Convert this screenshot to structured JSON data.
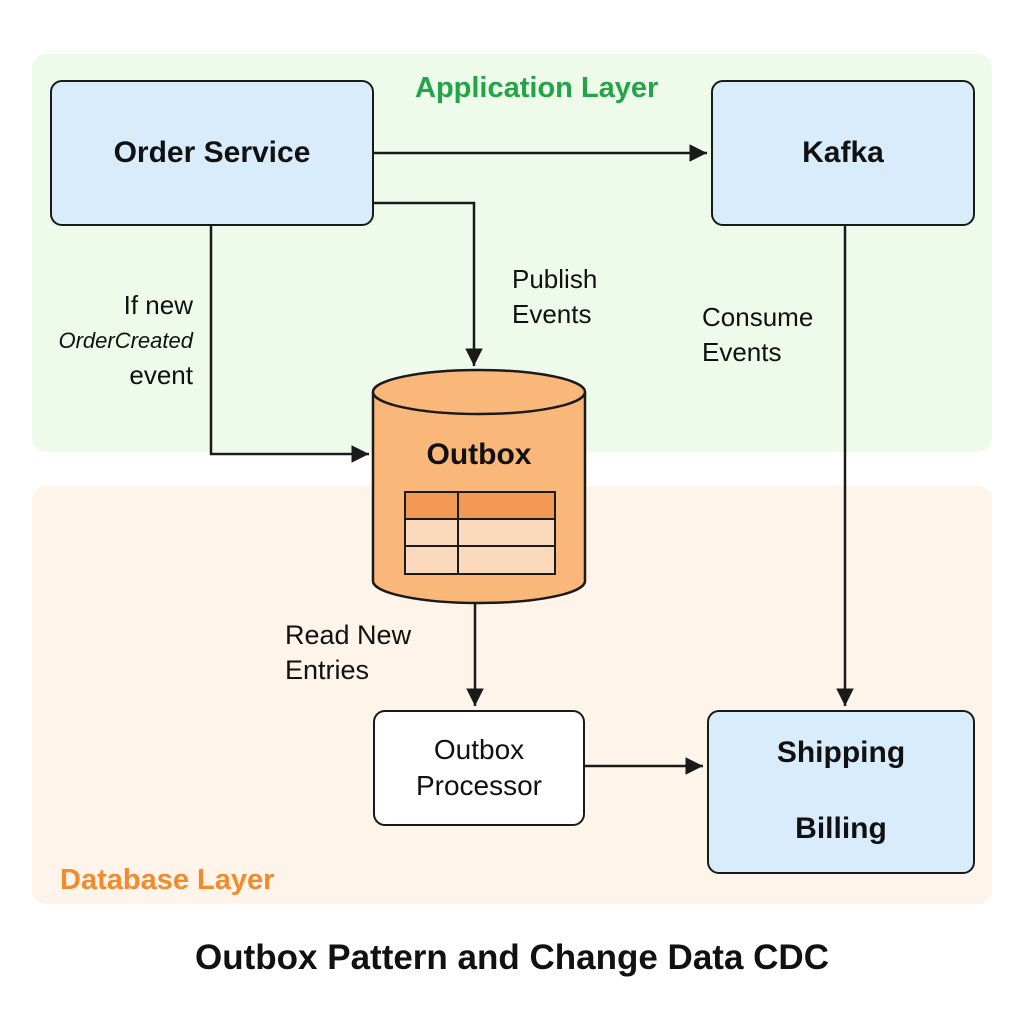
{
  "layers": {
    "application": {
      "title": "Application Layer",
      "color": "#22a447"
    },
    "database": {
      "title": "Database Layer",
      "color": "#f28a2e"
    }
  },
  "nodes": {
    "order_service": "Order Service",
    "kafka": "Kafka",
    "outbox": "Outbox",
    "outbox_processor": [
      "Outbox",
      "Processor"
    ],
    "shipping": "Shipping",
    "billing": "Billing"
  },
  "edge_labels": {
    "if_new": [
      "If new",
      "OrderCreated",
      "event"
    ],
    "publish": [
      "Publish",
      "Events"
    ],
    "consume": [
      "Consume",
      "Events"
    ],
    "read_new": [
      "Read New",
      "Entries"
    ]
  },
  "footer_title": "Outbox Pattern and Change Data CDC",
  "colors": {
    "service_fill": "#d8ecfb",
    "outbox_fill": "#f9b87a",
    "outbox_header_row": "#f29a55",
    "outbox_row": "#fbd9bd"
  }
}
